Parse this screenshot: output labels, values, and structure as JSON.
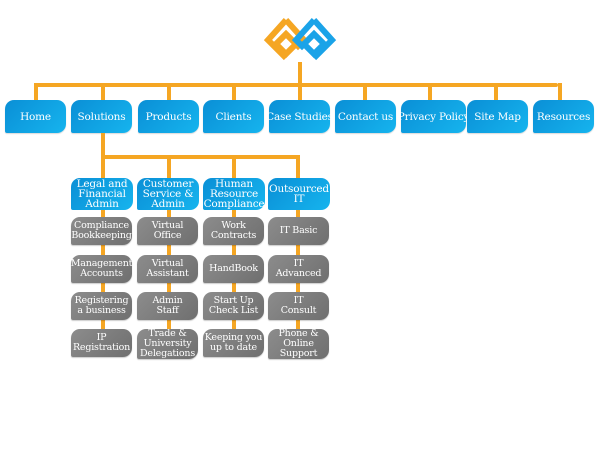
{
  "logo": {
    "name": "brand-logo",
    "colors": {
      "orange": "#f5a623",
      "blue": "#1aa3e8"
    }
  },
  "nav": [
    {
      "label": "Home"
    },
    {
      "label": "Solutions"
    },
    {
      "label": "Products"
    },
    {
      "label": "Clients"
    },
    {
      "label": "Case Studies"
    },
    {
      "label": "Contact us"
    },
    {
      "label": "Privacy Policy"
    },
    {
      "label": "Site Map"
    },
    {
      "label": "Resources"
    }
  ],
  "solutions": [
    {
      "label": "Legal and\nFinancial\nAdmin",
      "items": [
        "Compliance\nBookkeeping",
        "Management\nAccounts",
        "Registering\na business",
        "IP\nRegistration"
      ]
    },
    {
      "label": "Customer\nService &\nAdmin",
      "items": [
        "Virtual\nOffice",
        "Virtual\nAssistant",
        "Admin\nStaff",
        "Trade &\nUniversity\nDelegations"
      ]
    },
    {
      "label": "Human\nResource\nCompliance",
      "items": [
        "Work\nContracts",
        "HandBook",
        "Start Up\nCheck List",
        "Keeping you\nup to date"
      ]
    },
    {
      "label": "Outsourced\nIT",
      "items": [
        "IT Basic",
        "IT\nAdvanced",
        "IT\nConsult",
        "Phone &\nOnline\nSupport"
      ]
    }
  ],
  "colors": {
    "connector": "#f5a623",
    "nav_blue": "#0a8fd6",
    "sub_gray": "#7d7d7d"
  }
}
